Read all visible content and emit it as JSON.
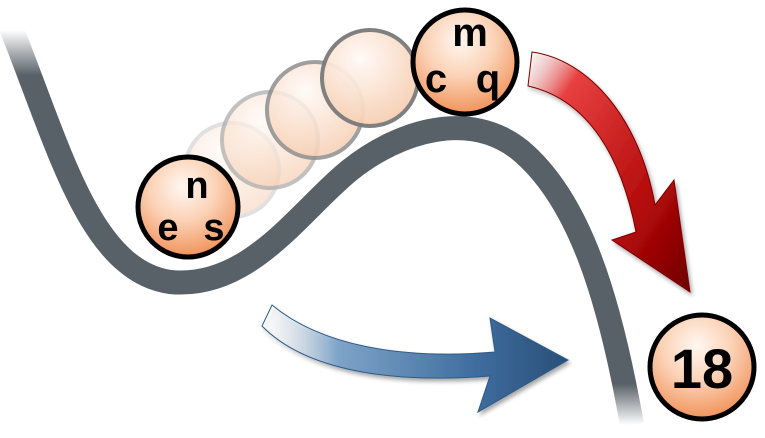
{
  "diagram": {
    "balls": [
      {
        "id": "start-ball",
        "labels": {
          "top": "n",
          "left": "e",
          "right": "s"
        }
      },
      {
        "id": "summit-ball",
        "labels": {
          "top": "m",
          "left": "c",
          "right": "q"
        }
      },
      {
        "id": "end-ball",
        "labels": {
          "center": "18"
        }
      }
    ],
    "trail_count": 4,
    "colors": {
      "curve": "#586068",
      "ball_fill_top": "#fde9dc",
      "ball_fill_bottom": "#f2955e",
      "ball_stroke": "#000000",
      "trail_stroke": "#9a9a9a",
      "red_arrow": "#c41010",
      "blue_arrow": "#3f6fa0"
    }
  }
}
